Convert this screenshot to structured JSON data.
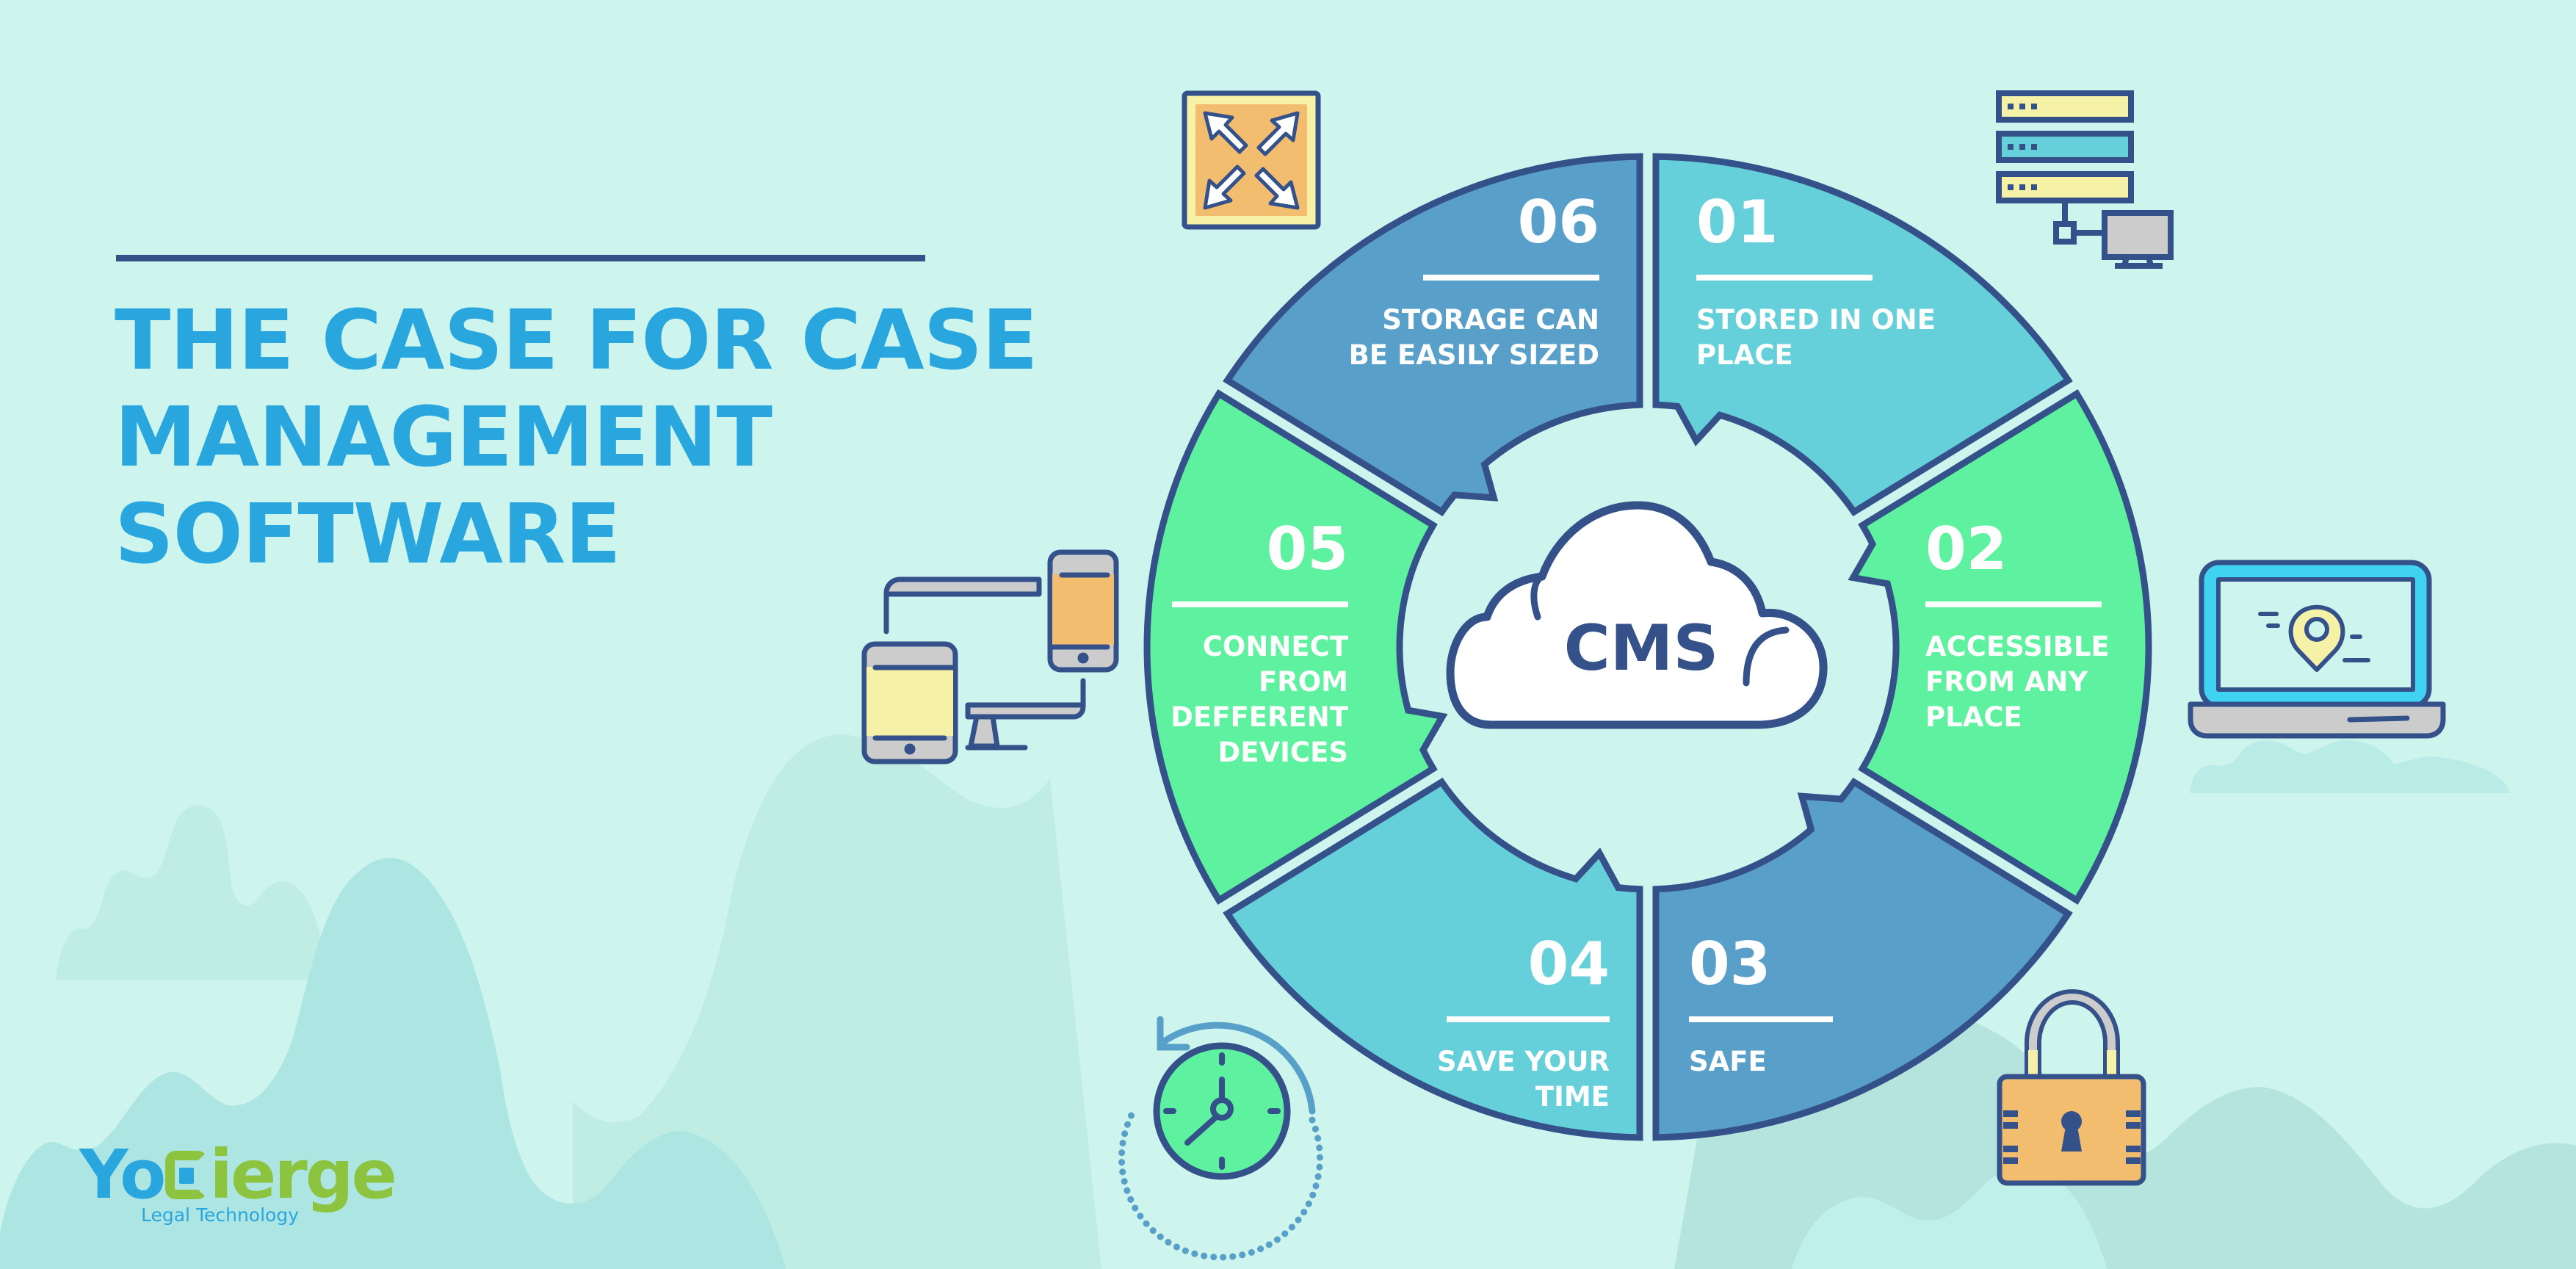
{
  "title": {
    "lines": [
      "THE CASE FOR CASE",
      "MANAGEMENT",
      "SOFTWARE"
    ],
    "color": "#2aa6df"
  },
  "center": {
    "label": "CMS",
    "icon": "cloud-icon"
  },
  "segments": [
    {
      "number": "01",
      "lines": [
        "STORED IN ONE",
        "PLACE"
      ],
      "color": "#65d0da",
      "icon": "server-network-icon"
    },
    {
      "number": "02",
      "lines": [
        "ACCESSIBLE",
        "FROM ANY",
        "PLACE"
      ],
      "color": "#5ef19f",
      "icon": "laptop-location-icon"
    },
    {
      "number": "03",
      "lines": [
        "SAFE"
      ],
      "color": "#589fc9",
      "icon": "padlock-icon"
    },
    {
      "number": "04",
      "lines": [
        "SAVE YOUR",
        "TIME"
      ],
      "color": "#65d0da",
      "icon": "clock-rewind-icon"
    },
    {
      "number": "05",
      "lines": [
        "CONNECT",
        "FROM",
        "DEFFERENT",
        "DEVICES"
      ],
      "color": "#5ef19f",
      "icon": "multi-device-icon"
    },
    {
      "number": "06",
      "lines": [
        "STORAGE CAN",
        "BE EASILY SIZED"
      ],
      "color": "#589fc9",
      "icon": "expand-arrows-icon"
    }
  ],
  "logo": {
    "brand_prefix": "Yo",
    "brand_suffix": "ierge",
    "tagline": "Legal Technology",
    "colors": {
      "blue": "#2aa6df",
      "green": "#8cc43f"
    }
  },
  "palette": {
    "background": "#cdf5ee",
    "outline": "#34518a",
    "white": "#ffffff"
  }
}
